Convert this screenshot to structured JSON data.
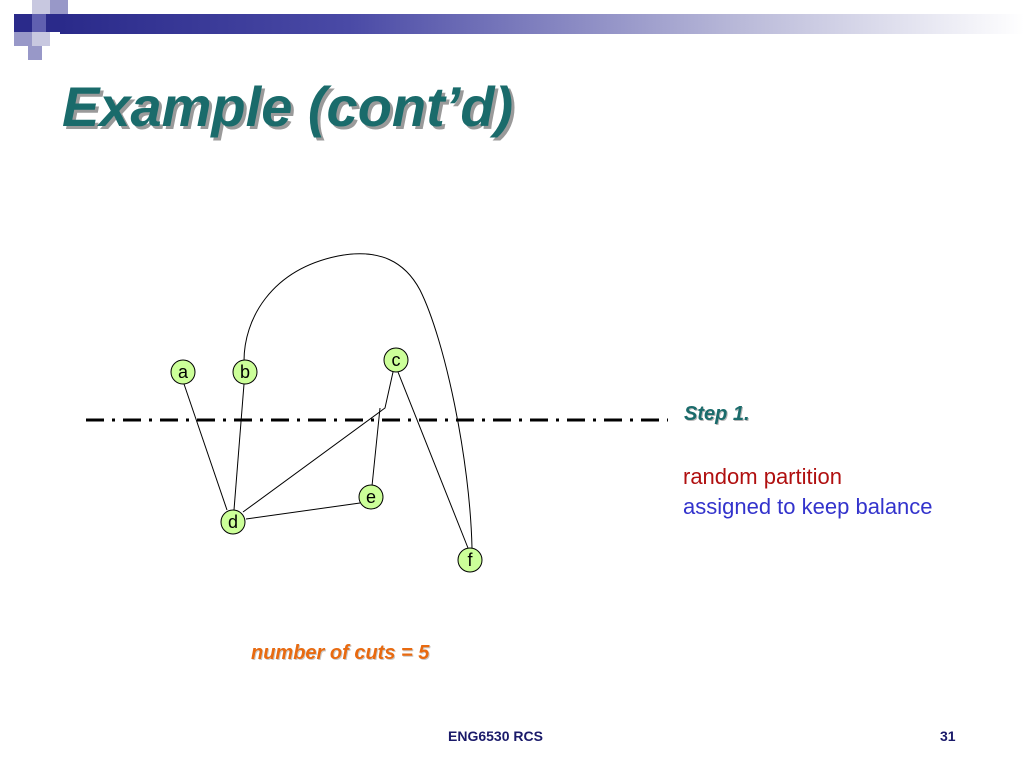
{
  "slide": {
    "title": "Example (cont’d)",
    "step_title": "Step 1.",
    "note_line1": "random partition",
    "note_line2": "assigned to keep balance",
    "cuts_text": "number of cuts = 5",
    "footer_course": "ENG6530 RCS",
    "page_number": "31"
  },
  "graph": {
    "nodes": [
      "a",
      "b",
      "c",
      "d",
      "e",
      "f"
    ],
    "edges": [
      [
        "a",
        "d"
      ],
      [
        "b",
        "d"
      ],
      [
        "d",
        "e"
      ],
      [
        "d",
        "c"
      ],
      [
        "e",
        "c"
      ],
      [
        "c",
        "f"
      ],
      [
        "b",
        "f"
      ]
    ]
  },
  "colors": {
    "title": "#1a6b6b",
    "node_fill": "#ccff99",
    "partition_line": "#000000",
    "note_red": "#b01010",
    "note_blue": "#3333cc",
    "cuts": "#e86a10",
    "footer": "#1a1a6a",
    "header_band": "#2a2a8a"
  }
}
